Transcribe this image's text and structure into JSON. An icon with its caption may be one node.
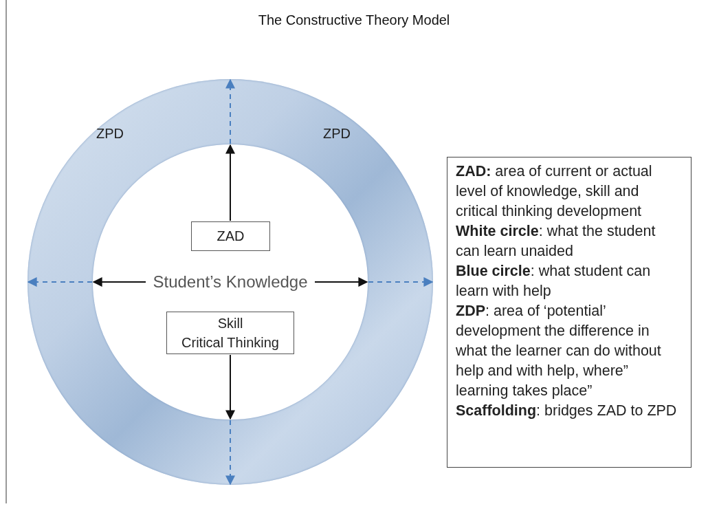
{
  "diagram": {
    "title": "The Constructive Theory Model",
    "nodes": [
      {
        "text": [
          "ZPD",
          "ZPD"
        ]
      },
      {
        "text": [],
        "shape": "circle",
        "in": 0
      },
      {
        "text": [
          "ZAD"
        ],
        "in": 1
      },
      {
        "text": [
          "Student’s Knowledge"
        ],
        "in": 1
      },
      {
        "text": [
          "Skill",
          "Critical Thinking"
        ],
        "in": 1
      },
      {
        "text": [
          "**ZAD:** area of current or actual level of knowledge, skill and critical thinking development",
          "**White circle**: what the student can learn unaided",
          "**Blue circle**: what student can learn with help",
          "**ZDP**: area of ‘potential’ development the difference in what the learner can do without help and with help, where” learning takes place”",
          "**Scaffolding**: bridges ZAD to ZPD"
        ]
      }
    ],
    "edges": [
      {
        "from": 2,
        "to": 1,
        "arrow": "to"
      },
      {
        "from": 3,
        "to": 1,
        "arrow": "to"
      },
      {
        "from": 3,
        "to": 1,
        "arrow": "to"
      },
      {
        "from": 4,
        "to": 1,
        "arrow": "to"
      },
      {
        "from": 1,
        "to": 0,
        "arrow": "to",
        "style": "dashed",
        "color": "#4a7fbf"
      },
      {
        "from": 1,
        "to": 0,
        "arrow": "to",
        "style": "dashed",
        "color": "#4a7fbf"
      },
      {
        "from": 1,
        "to": 0,
        "arrow": "to",
        "style": "dashed",
        "color": "#4a7fbf"
      },
      {
        "from": 1,
        "to": 0,
        "arrow": "to",
        "style": "dashed",
        "color": "#4a7fbf"
      }
    ]
  }
}
